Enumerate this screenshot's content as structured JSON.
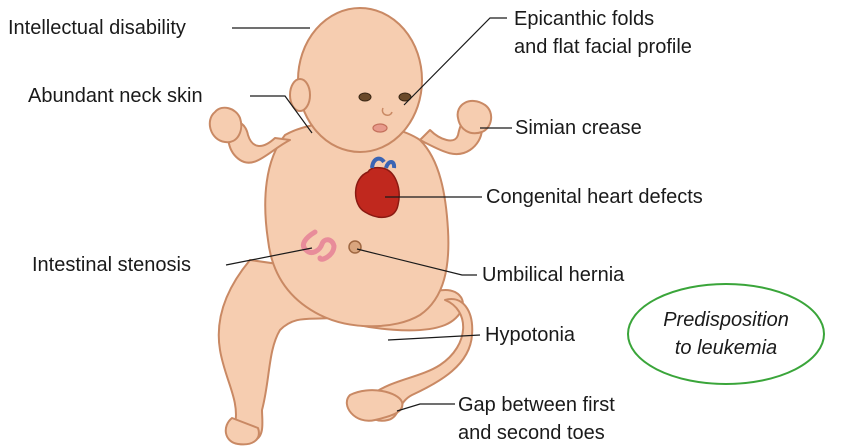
{
  "labels": {
    "intellectual_disability": "Intellectual disability",
    "abundant_neck_skin": "Abundant neck skin",
    "intestinal_stenosis": "Intestinal stenosis",
    "epicanthic_line1": "Epicanthic folds",
    "epicanthic_line2": "and flat facial profile",
    "simian_crease": "Simian crease",
    "congenital_heart_defects": "Congenital heart defects",
    "umbilical_hernia": "Umbilical hernia",
    "hypotonia": "Hypotonia",
    "gap_toes_line1": "Gap between first",
    "gap_toes_line2": "and second toes"
  },
  "callout": {
    "line1": "Predisposition",
    "line2": "to leukemia"
  },
  "colors": {
    "skin": "#f6cdb0",
    "skin_outline": "#c98964",
    "heart_red": "#c0281e",
    "heart_blue": "#3a64b4",
    "intestine": "#e88c9a",
    "callout_border": "#3aa53a",
    "leader_line": "#1a1a1a"
  }
}
